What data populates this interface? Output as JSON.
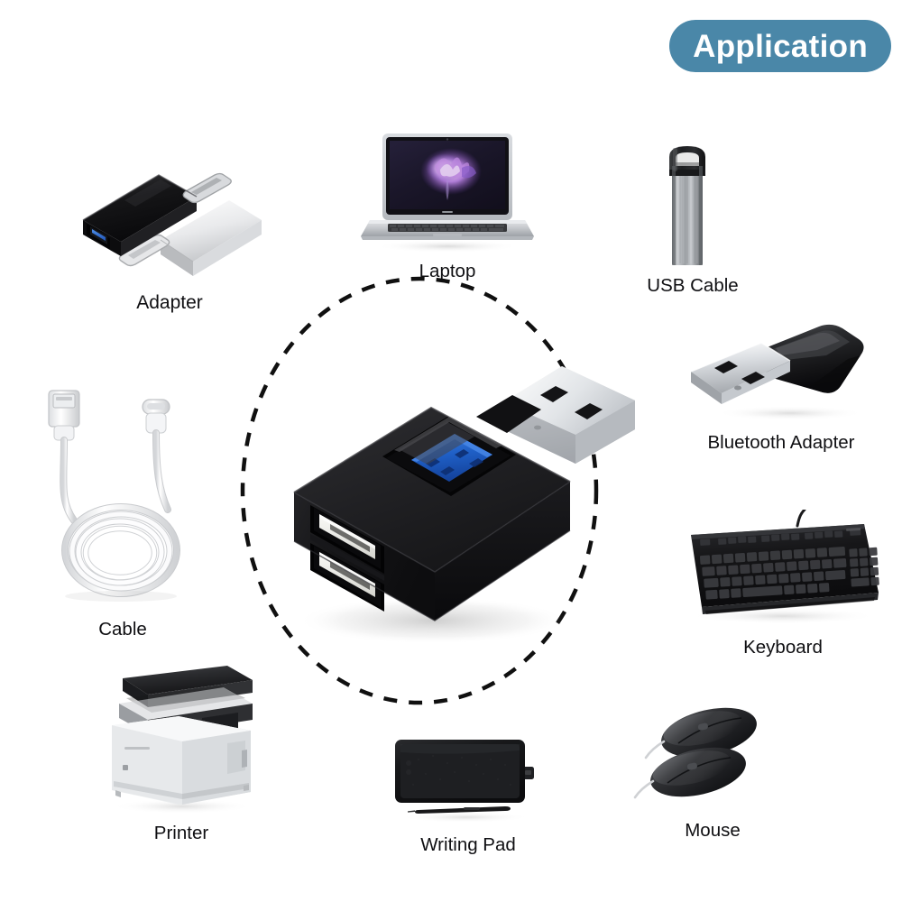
{
  "page": {
    "background_color": "#ffffff",
    "title": "USB Hub Application",
    "product": "3-port USB hub"
  },
  "badge": {
    "label": "Application",
    "background_color": "#4a87a8",
    "text_color": "#ffffff"
  },
  "center_product": {
    "name": "usb-hub",
    "body_color": "#1c1c1e",
    "usb3_port_color": "#1f63c4",
    "usb2_port_color": "#e8e8e4",
    "connector_color": "#d6d9dd",
    "circle_style": "dashed",
    "circle_color": "#101010"
  },
  "items": [
    {
      "id": "adapter",
      "label": "Adapter",
      "icon": "otg-adapter-icon",
      "colors": {
        "primary": "#18181a",
        "secondary": "#e3e4e6",
        "accent": "#2f6fd0"
      }
    },
    {
      "id": "laptop",
      "label": "Laptop",
      "icon": "laptop-icon",
      "colors": {
        "primary": "#c9ccd1",
        "secondary": "#2a2040",
        "accent": "#b887e6"
      }
    },
    {
      "id": "usb-cable",
      "label": "USB Cable",
      "icon": "usb-flash-drive-icon",
      "colors": {
        "primary": "#9b9ea2",
        "secondary": "#2b2b2d"
      }
    },
    {
      "id": "bluetooth-adapter",
      "label": "Bluetooth Adapter",
      "icon": "bluetooth-dongle-icon",
      "colors": {
        "primary": "#1a1a1c",
        "secondary": "#d8dbde"
      }
    },
    {
      "id": "cable",
      "label": "Cable",
      "icon": "usb-c-cable-icon",
      "colors": {
        "primary": "#fdfdfd",
        "secondary": "#d7d9dc"
      }
    },
    {
      "id": "keyboard",
      "label": "Keyboard",
      "icon": "keyboard-icon",
      "colors": {
        "primary": "#141416",
        "secondary": "#3a3a3e"
      }
    },
    {
      "id": "printer",
      "label": "Printer",
      "icon": "printer-icon",
      "colors": {
        "primary": "#f2f3f4",
        "secondary": "#2e2f31"
      }
    },
    {
      "id": "mouse",
      "label": "Mouse",
      "icon": "mouse-icon",
      "colors": {
        "primary": "#2a2b2d",
        "secondary": "#4a4c4f"
      }
    },
    {
      "id": "writing-pad",
      "label": "Writing Pad",
      "icon": "graphics-tablet-icon",
      "colors": {
        "primary": "#161618",
        "secondary": "#2a2a2c"
      }
    }
  ]
}
